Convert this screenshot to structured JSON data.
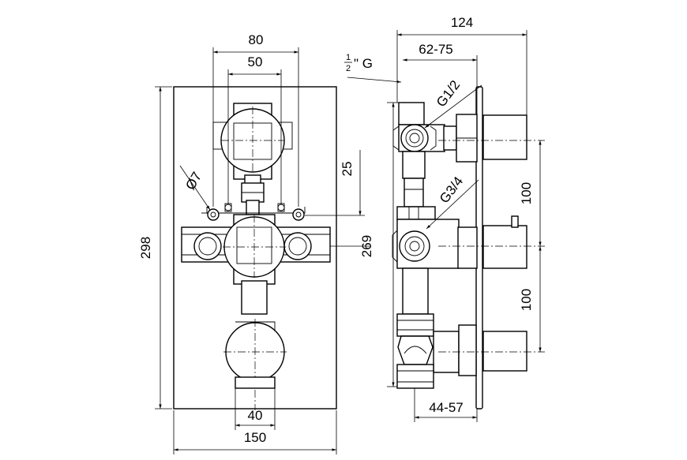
{
  "dimensions": {
    "d80": "80",
    "d50": "50",
    "d124": "124",
    "d62_75": "62-75",
    "half_num": "1",
    "half_den": "2",
    "half_unit": "\" G",
    "g12": "G1/2",
    "g34": "G3/4",
    "phi7": "Ø7",
    "d25": "25",
    "d298": "298",
    "d269": "269",
    "d100a": "100",
    "d100b": "100",
    "d40": "40",
    "d150": "150",
    "d44_57": "44-57"
  }
}
